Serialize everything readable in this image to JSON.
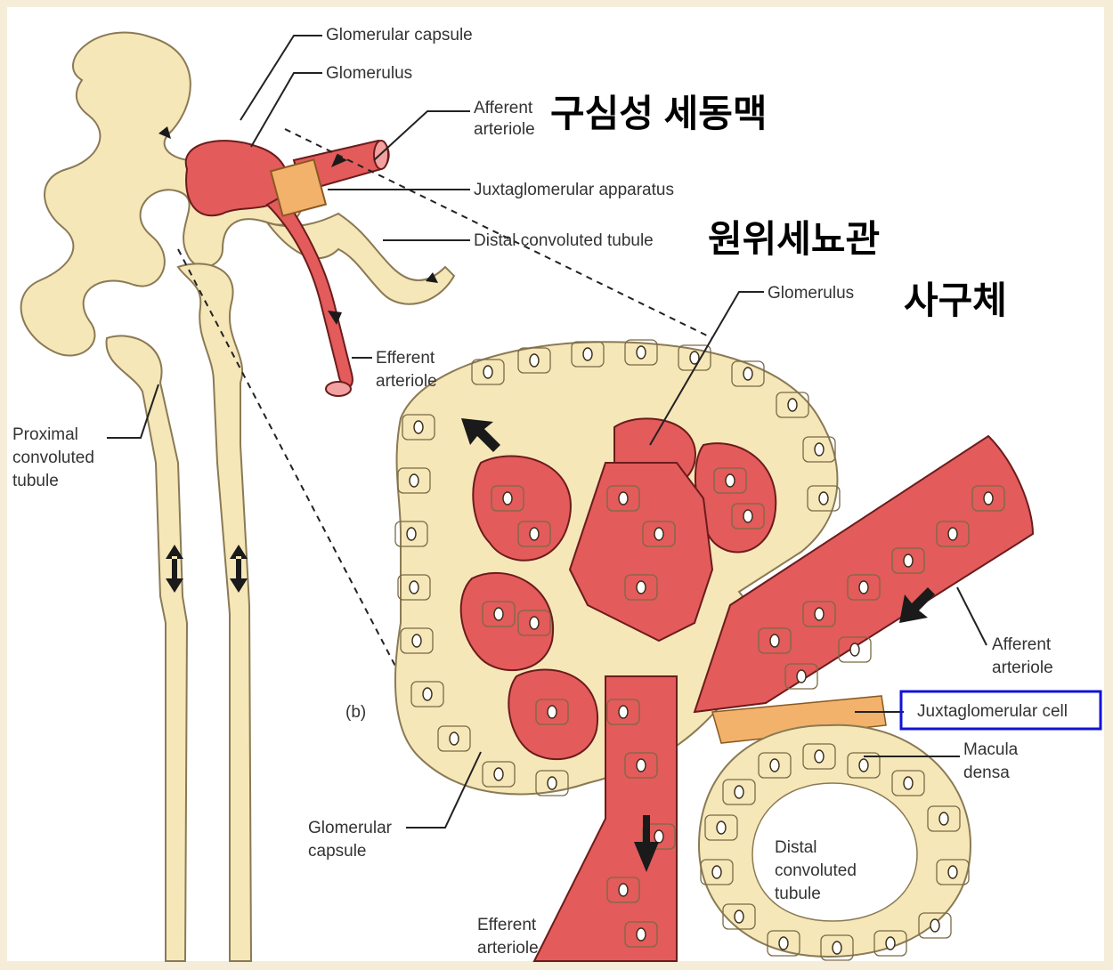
{
  "colors": {
    "background": "#f5edd8",
    "tubule": "#f6e7b8",
    "vessel": "#e35b5b",
    "juxtaglomerular": "#f2b26b",
    "highlight_box": "#1212d8"
  },
  "labels": {
    "glomerular_capsule_top": "Glomerular capsule",
    "glomerulus_top": "Glomerulus",
    "afferent_top_1": "Afferent",
    "afferent_top_2": "arteriole",
    "juxtaglomerular_apparatus": "Juxtaglomerular apparatus",
    "distal_top": "Distal convoluted tubule",
    "efferent_top_1": "Efferent",
    "efferent_top_2": "arteriole",
    "proximal_1": "Proximal",
    "proximal_2": "convoluted",
    "proximal_3": "tubule",
    "glomerulus_b": "Glomerulus",
    "afferent_b_1": "Afferent",
    "afferent_b_2": "arteriole",
    "juxtaglomerular_cell": "Juxtaglomerular cell",
    "macula_1": "Macula",
    "macula_2": "densa",
    "panel_b": "(b)",
    "glomerular_capsule_b_1": "Glomerular",
    "glomerular_capsule_b_2": "capsule",
    "distal_b_1": "Distal",
    "distal_b_2": "convoluted",
    "distal_b_3": "tubule",
    "efferent_b_1": "Efferent",
    "efferent_b_2": "arteriole"
  },
  "korean": {
    "afferent": "구심성 세동맥",
    "distal": "원위세뇨관",
    "glomerulus": "사구체"
  }
}
